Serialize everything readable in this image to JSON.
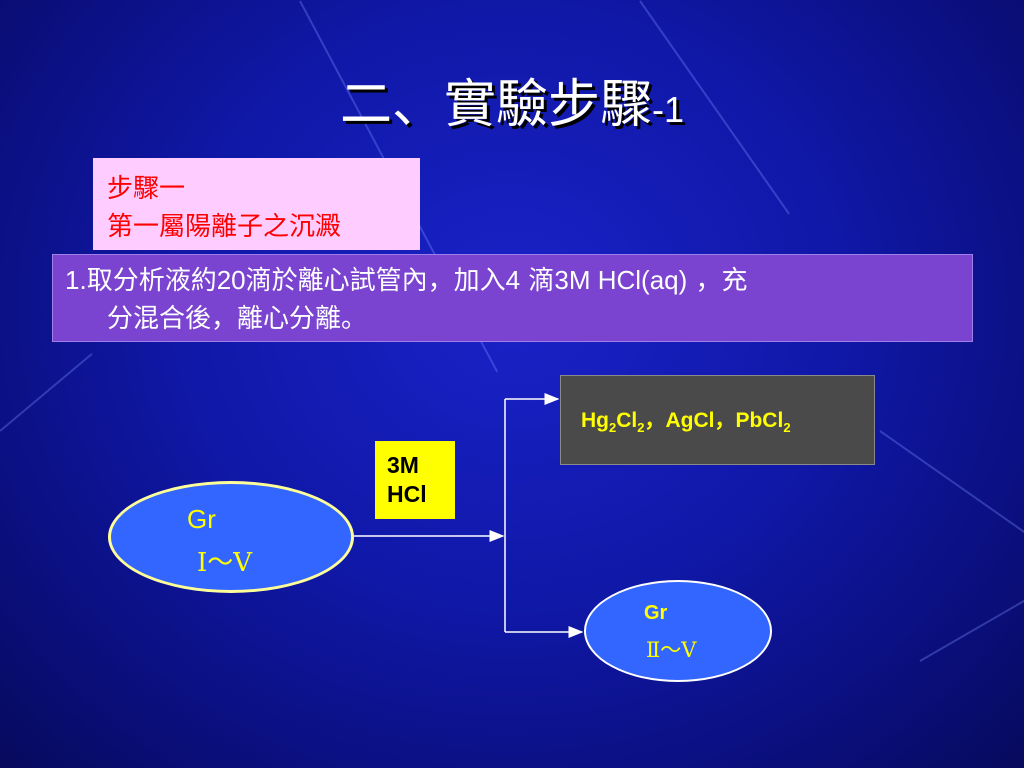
{
  "title": {
    "main": "二、實驗步驟",
    "suffix": "-1"
  },
  "step_box": {
    "line1": "步驟一",
    "line2": "第一屬陽離子之沉澱"
  },
  "instruction": {
    "num": "1.",
    "p1": "取分析液約",
    "n1": "20",
    "p2": "滴於離心試管內，加入",
    "n2": "4",
    "p3": " 滴",
    "n3": "3M HCl(aq)",
    "p4": " ，充",
    "line2": "分混合後，離心分離。"
  },
  "reagent": {
    "line1": "3M",
    "line2": "HCl"
  },
  "precipitate": {
    "a": "Hg",
    "a_sub1": "2",
    "a_mid": "Cl",
    "a_sub2": "2",
    "sep1": "，",
    "b": "AgCl",
    "sep2": "，",
    "c": "PbCl",
    "c_sub": "2"
  },
  "start_group": {
    "line1": "Gr",
    "line2": "Ⅰ～Ⅴ"
  },
  "result_group": {
    "line1": "Gr",
    "line2": "Ⅱ～Ⅴ"
  },
  "colors": {
    "background": "#1018a8",
    "title": "#ffffff",
    "label_red": "#ff0000",
    "label_yellow": "#ffff00"
  }
}
